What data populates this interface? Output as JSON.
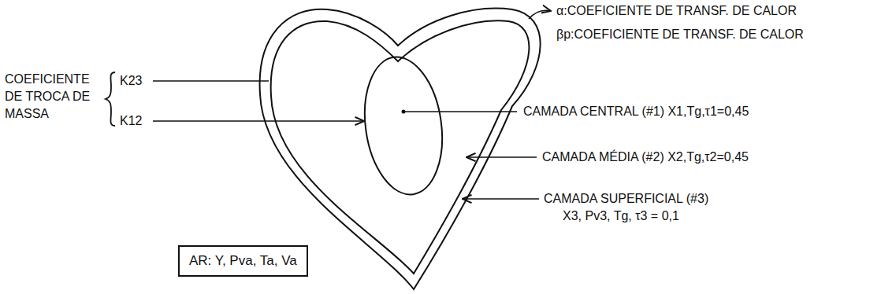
{
  "diagram": {
    "nodes": [
      {
        "text": [
          "AR: Y, Pva, Ta, Va"
        ]
      }
    ],
    "labels": [
      "α:COEFICIENTE DE TRANSF. DE CALOR",
      "βp:COEFICIENTE DE TRANSF. DE CALOR",
      "COEFICIENTE DE TROCA DE MASSA",
      "K23",
      "K12",
      "CAMADA CENTRAL (#1) X1,Tg,τ1=0,45",
      "CAMADA MÉDIA (#2) X2,Tg,τ2=0,45",
      "CAMADA SUPERFICIAL (#3) X3, Pv3, Tg, τ3 = 0,1"
    ]
  }
}
